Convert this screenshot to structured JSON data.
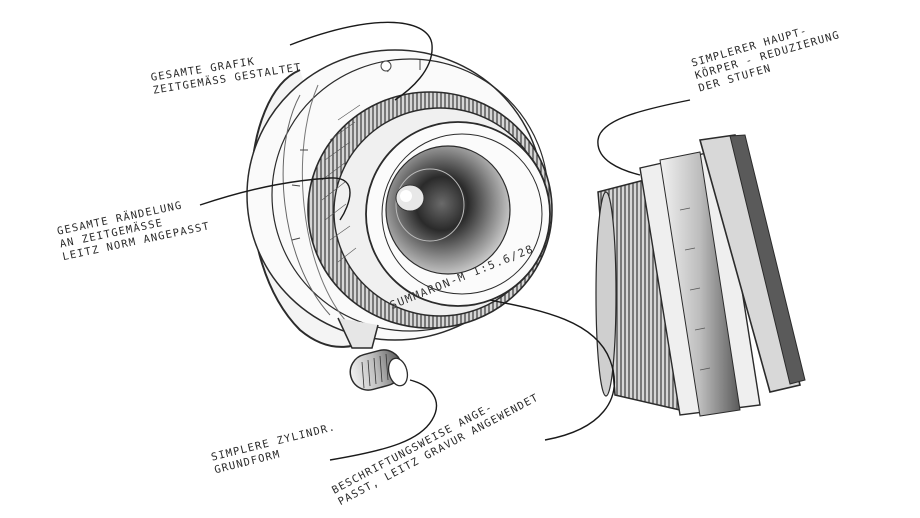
{
  "annotations": {
    "grafik": [
      "GESAMTE GRAFIK",
      "ZEITGEMÄSS GESTALTET"
    ],
    "raendelung": [
      "GESAMTE RÄNDELUNG",
      "AN ZEITGEMÄSSE",
      "LEITZ NORM ANGEPASST"
    ],
    "zylinder": [
      "SIMPLERE ZYLINDR.",
      "GRUNDFORM"
    ],
    "beschriftung": [
      "BESCHRIFTUNGSWEISE ANGE-",
      "PASST, LEITZ GRAVUR ANGEWENDET"
    ],
    "hauptkoerper": [
      "SIMPLERER HAUPT-",
      "KÖRPER - REDUZIERUNG",
      "DER STUFEN"
    ]
  },
  "lens": {
    "engraving": "SUMMARON-M 1:5.6/28"
  }
}
